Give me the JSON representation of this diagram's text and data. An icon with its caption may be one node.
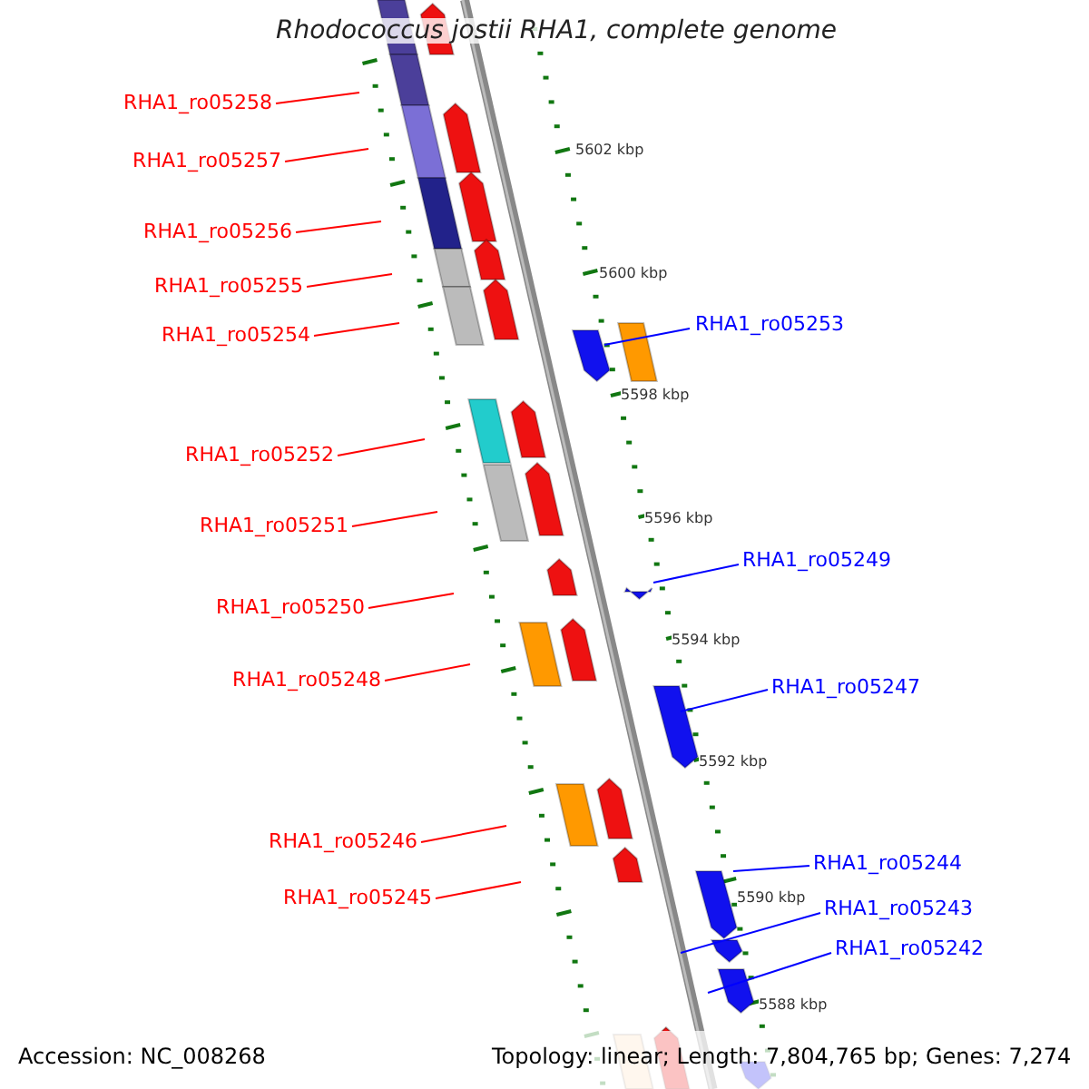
{
  "diagram": {
    "title": "Rhodococcus jostii RHA1, complete genome",
    "nodes": [
      {
        "text": [
          "RHA1_ro05258"
        ]
      },
      {
        "text": [
          "RHA1_ro05257"
        ]
      },
      {
        "text": [
          "RHA1_ro05256"
        ]
      },
      {
        "text": [
          "RHA1_ro05255"
        ]
      },
      {
        "text": [
          "RHA1_ro05254"
        ]
      },
      {
        "text": [
          "RHA1_ro05253"
        ]
      },
      {
        "text": [
          "RHA1_ro05252"
        ]
      },
      {
        "text": [
          "RHA1_ro05251"
        ]
      },
      {
        "text": [
          "RHA1_ro05249"
        ]
      },
      {
        "text": [
          "RHA1_ro05250"
        ]
      },
      {
        "text": [
          "RHA1_ro05248"
        ]
      },
      {
        "text": [
          "RHA1_ro05247"
        ]
      },
      {
        "text": [
          "RHA1_ro05246"
        ]
      },
      {
        "text": [
          "RHA1_ro05244"
        ]
      },
      {
        "text": [
          "RHA1_ro05245"
        ]
      },
      {
        "text": [
          "RHA1_ro05243"
        ]
      },
      {
        "text": [
          "RHA1_ro05242"
        ]
      }
    ],
    "edges": [
      {
        "from": 0,
        "to": null,
        "arrow": "none"
      },
      {
        "from": 1,
        "to": null,
        "arrow": "none"
      },
      {
        "from": 2,
        "to": null,
        "arrow": "none"
      },
      {
        "from": 3,
        "to": null,
        "arrow": "none"
      },
      {
        "from": 4,
        "to": null,
        "arrow": "none"
      },
      {
        "from": 5,
        "to": null,
        "arrow": "none",
        "color": "#0000ff"
      },
      {
        "from": 6,
        "to": null,
        "arrow": "none"
      },
      {
        "from": 7,
        "to": null,
        "arrow": "none"
      },
      {
        "from": 8,
        "to": null,
        "arrow": "none",
        "color": "#0000ff"
      },
      {
        "from": 9,
        "to": null,
        "arrow": "none"
      },
      {
        "from": 10,
        "to": null,
        "arrow": "none"
      },
      {
        "from": 11,
        "to": null,
        "arrow": "none",
        "color": "#0000ff"
      },
      {
        "from": 12,
        "to": null,
        "arrow": "none"
      },
      {
        "from": 13,
        "to": null,
        "arrow": "none",
        "color": "#0000ff"
      },
      {
        "from": 14,
        "to": null,
        "arrow": "none"
      },
      {
        "from": 15,
        "to": null,
        "arrow": "none",
        "color": "#0000ff"
      },
      {
        "from": 16,
        "to": null,
        "arrow": "none",
        "color": "#0000ff"
      }
    ],
    "labels": [
      "5602 kbp",
      "5600 kbp",
      "5598 kbp",
      "5596 kbp",
      "5594 kbp",
      "5592 kbp",
      "5590 kbp",
      "5588 kbp",
      "Accession: NC_008268",
      "Topology: linear; Length: 7,804,765 bp; Genes: 7,274"
    ]
  }
}
